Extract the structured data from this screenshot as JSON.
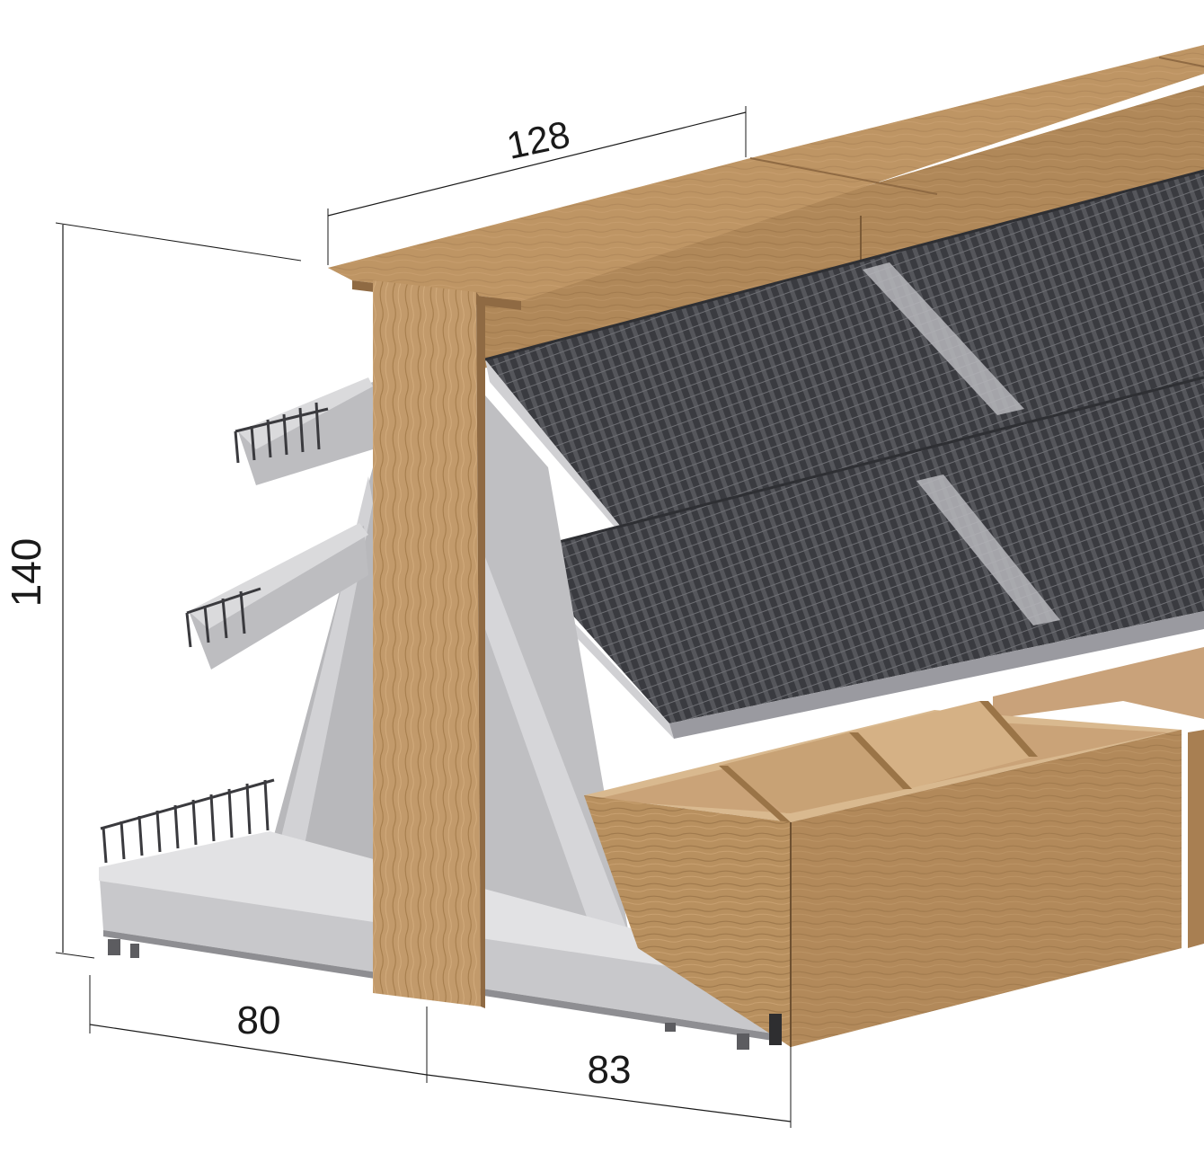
{
  "dimensions": {
    "top_length": "128",
    "height": "140",
    "base_depth": "80",
    "bin_depth": "83"
  },
  "colors": {
    "wood": "#b58a5c",
    "wood_light": "#c9a27a",
    "wood_dark": "#8f6a43",
    "metal": "#c4c4c6",
    "metal_light": "#dcdcde",
    "metal_dark": "#8e8e92",
    "wire": "#3a3a3e",
    "dim_line": "#1a1a1a"
  }
}
